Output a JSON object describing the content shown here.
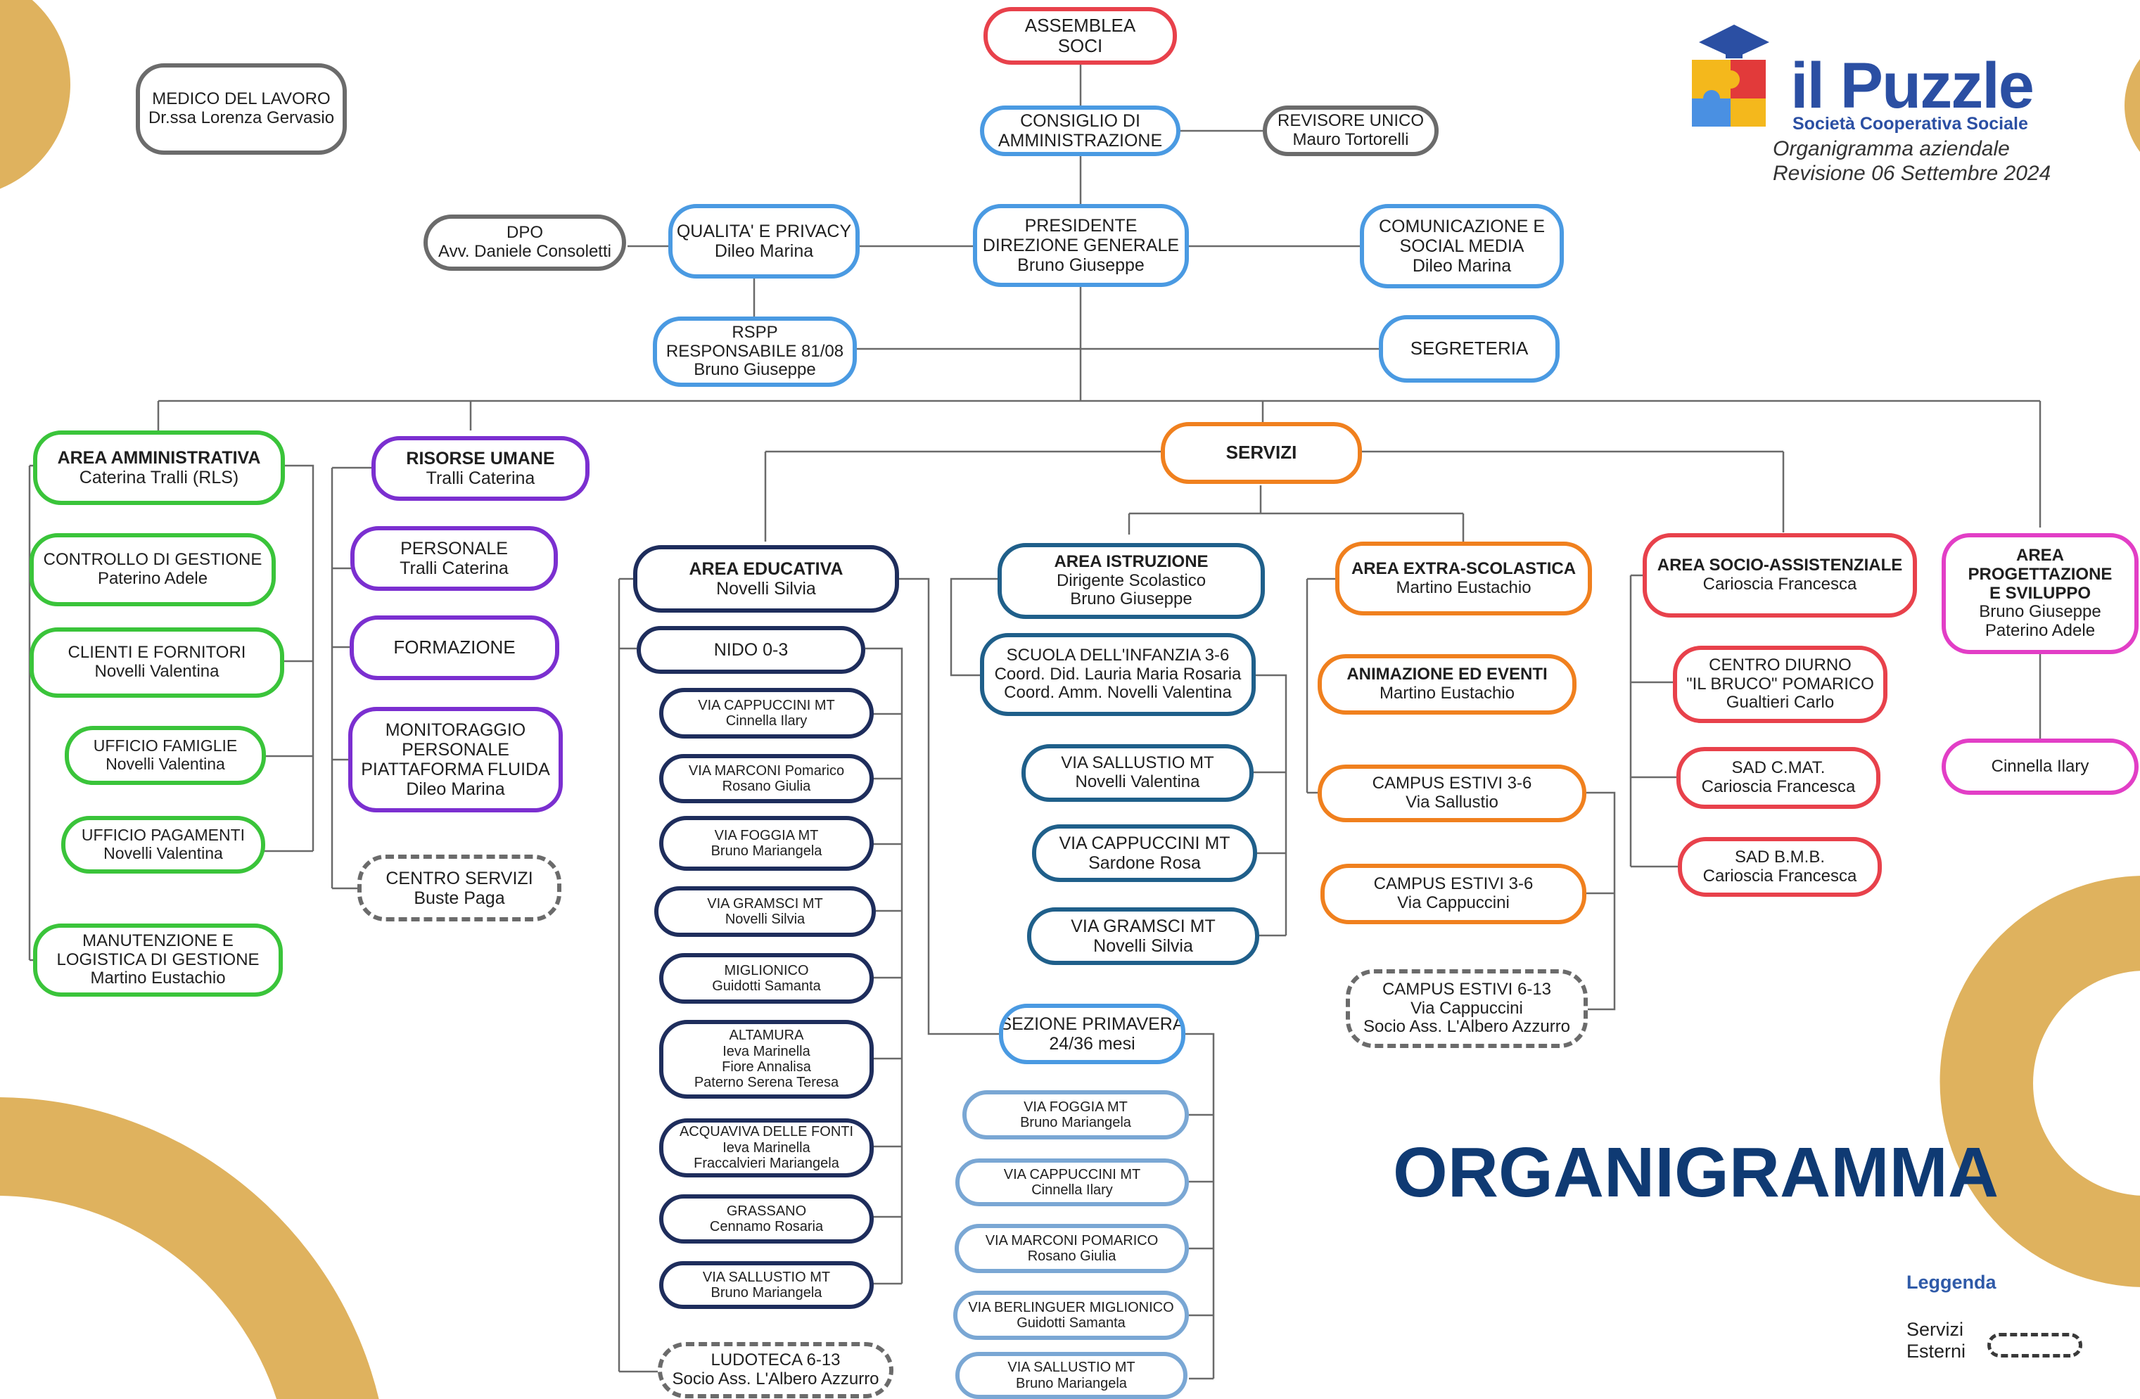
{
  "logo": {
    "name": "il Puzzle",
    "tagline": "Società Cooperativa Sociale",
    "line1": "Organigramma aziendale",
    "line2": "Revisione 06 Settembre 2024"
  },
  "title": "ORGANIGRAMMA",
  "legend": {
    "title": "Leggenda",
    "label_line1": "Servizi",
    "label_line2": "Esterni"
  },
  "colors": {
    "red": "#e8414b",
    "blue": "#4a9ae2",
    "gray": "#6b6b6b",
    "green": "#3ac43a",
    "purple": "#7b2fd0",
    "orange": "#f0801e",
    "navy": "#1e2d5c",
    "teal": "#1f5f8a",
    "lightblue": "#7aa7d4",
    "magenta": "#e23ec6",
    "deco": "#dfb25e",
    "wire": "#6a6a6a"
  },
  "nodes": [
    {
      "id": "assemblea",
      "lines": [
        "ASSEMBLEA",
        "SOCI"
      ],
      "color": "red"
    },
    {
      "id": "consiglio",
      "lines": [
        "CONSIGLIO DI",
        "AMMINISTRAZIONE"
      ],
      "color": "blue"
    },
    {
      "id": "revisore",
      "lines": [
        "REVISORE UNICO",
        "Mauro Tortorelli"
      ],
      "color": "gray"
    },
    {
      "id": "medico",
      "lines": [
        "MEDICO DEL LAVORO",
        "Dr.ssa Lorenza Gervasio"
      ],
      "color": "gray"
    },
    {
      "id": "dpo",
      "lines": [
        "DPO",
        "Avv. Daniele Consoletti"
      ],
      "color": "gray"
    },
    {
      "id": "qualita",
      "lines": [
        "QUALITA' E PRIVACY",
        "Dileo Marina"
      ],
      "color": "blue"
    },
    {
      "id": "presidente",
      "lines": [
        "PRESIDENTE",
        "DIREZIONE GENERALE",
        "Bruno Giuseppe"
      ],
      "color": "blue"
    },
    {
      "id": "comunicazione",
      "lines": [
        "COMUNICAZIONE E",
        "SOCIAL MEDIA",
        "Dileo Marina"
      ],
      "color": "blue"
    },
    {
      "id": "rspp",
      "lines": [
        "RSPP",
        "RESPONSABILE 81/08",
        "Bruno Giuseppe"
      ],
      "color": "blue"
    },
    {
      "id": "segreteria",
      "lines": [
        "SEGRETERIA"
      ],
      "color": "blue"
    },
    {
      "id": "area-amm",
      "lines": [
        "AREA AMMINISTRATIVA",
        "Caterina Tralli (RLS)"
      ],
      "color": "green",
      "bold": true
    },
    {
      "id": "controllo",
      "lines": [
        "CONTROLLO DI GESTIONE",
        "Paterino Adele"
      ],
      "color": "green"
    },
    {
      "id": "clienti",
      "lines": [
        "CLIENTI E FORNITORI",
        "Novelli Valentina"
      ],
      "color": "green"
    },
    {
      "id": "uff-famiglie",
      "lines": [
        "UFFICIO FAMIGLIE",
        "Novelli Valentina"
      ],
      "color": "green"
    },
    {
      "id": "uff-pagamenti",
      "lines": [
        "UFFICIO PAGAMENTI",
        "Novelli Valentina"
      ],
      "color": "green"
    },
    {
      "id": "manutenzione",
      "lines": [
        "MANUTENZIONE E",
        "LOGISTICA DI GESTIONE",
        "Martino Eustachio"
      ],
      "color": "green"
    },
    {
      "id": "risorse",
      "lines": [
        "RISORSE UMANE",
        "Tralli Caterina"
      ],
      "color": "purple",
      "bold": true
    },
    {
      "id": "personale",
      "lines": [
        "PERSONALE",
        "Tralli Caterina"
      ],
      "color": "purple"
    },
    {
      "id": "formazione",
      "lines": [
        "FORMAZIONE"
      ],
      "color": "purple"
    },
    {
      "id": "monitoraggio",
      "lines": [
        "MONITORAGGIO",
        "PERSONALE",
        "PIATTAFORMA FLUIDA",
        "Dileo Marina"
      ],
      "color": "purple"
    },
    {
      "id": "centro-servizi",
      "lines": [
        "CENTRO SERVIZI",
        "Buste Paga"
      ],
      "color": "gray",
      "dashed": true
    },
    {
      "id": "servizi",
      "lines": [
        "SERVIZI"
      ],
      "color": "orange",
      "bold": true
    },
    {
      "id": "area-edu",
      "lines": [
        "AREA EDUCATIVA",
        "Novelli Silvia"
      ],
      "color": "navy",
      "bold": true
    },
    {
      "id": "nido",
      "lines": [
        "NIDO 0-3"
      ],
      "color": "navy"
    },
    {
      "id": "n-cappuccini",
      "lines": [
        "VIA CAPPUCCINI MT",
        "Cinnella Ilary"
      ],
      "color": "navy"
    },
    {
      "id": "n-marconi",
      "lines": [
        "VIA MARCONI Pomarico",
        "Rosano Giulia"
      ],
      "color": "navy"
    },
    {
      "id": "n-foggia",
      "lines": [
        "VIA FOGGIA MT",
        "Bruno Mariangela"
      ],
      "color": "navy"
    },
    {
      "id": "n-gramsci",
      "lines": [
        "VIA GRAMSCI MT",
        "Novelli Silvia"
      ],
      "color": "navy"
    },
    {
      "id": "n-miglionico",
      "lines": [
        "MIGLIONICO",
        "Guidotti Samanta"
      ],
      "color": "navy"
    },
    {
      "id": "n-altamura",
      "lines": [
        "ALTAMURA",
        "Ieva Marinella",
        "Fiore Annalisa",
        "Paterno Serena Teresa"
      ],
      "color": "navy"
    },
    {
      "id": "n-acquaviva",
      "lines": [
        "ACQUAVIVA DELLE FONTI",
        "Ieva Marinella",
        "Fraccalvieri Mariangela"
      ],
      "color": "navy"
    },
    {
      "id": "n-grassano",
      "lines": [
        "GRASSANO",
        "Cennamo Rosaria"
      ],
      "color": "navy"
    },
    {
      "id": "n-sallustio",
      "lines": [
        "VIA SALLUSTIO MT",
        "Bruno Mariangela"
      ],
      "color": "navy"
    },
    {
      "id": "ludoteca",
      "lines": [
        "LUDOTECA 6-13",
        "Socio Ass. L'Albero Azzurro"
      ],
      "color": "gray",
      "dashed": true
    },
    {
      "id": "area-istr",
      "lines": [
        "AREA ISTRUZIONE",
        "Dirigente Scolastico",
        "Bruno Giuseppe"
      ],
      "color": "teal",
      "boldFirst": true
    },
    {
      "id": "scuola-inf",
      "lines": [
        "SCUOLA DELL'INFANZIA 3-6",
        "Coord. Did. Lauria Maria Rosaria",
        "Coord. Amm. Novelli Valentina"
      ],
      "color": "teal"
    },
    {
      "id": "i-sallustio",
      "lines": [
        "VIA SALLUSTIO  MT",
        "Novelli Valentina"
      ],
      "color": "teal"
    },
    {
      "id": "i-cappuccini",
      "lines": [
        "VIA CAPPUCCINI MT",
        "Sardone Rosa"
      ],
      "color": "teal"
    },
    {
      "id": "i-gramsci",
      "lines": [
        "VIA GRAMSCI MT",
        "Novelli Silvia"
      ],
      "color": "teal"
    },
    {
      "id": "sez-primavera",
      "lines": [
        "SEZIONE PRIMAVERA",
        "24/36 mesi"
      ],
      "color": "blue"
    },
    {
      "id": "p-foggia",
      "lines": [
        "VIA FOGGIA MT",
        "Bruno Mariangela"
      ],
      "color": "lightblue"
    },
    {
      "id": "p-cappuccini",
      "lines": [
        "VIA CAPPUCCINI MT",
        "Cinnella Ilary"
      ],
      "color": "lightblue"
    },
    {
      "id": "p-marconi",
      "lines": [
        "VIA MARCONI POMARICO",
        "Rosano Giulia"
      ],
      "color": "lightblue"
    },
    {
      "id": "p-berlinguer",
      "lines": [
        "VIA BERLINGUER MIGLIONICO",
        "Guidotti Samanta"
      ],
      "color": "lightblue"
    },
    {
      "id": "p-sallustio",
      "lines": [
        "VIA SALLUSTIO MT",
        "Bruno Mariangela"
      ],
      "color": "lightblue"
    },
    {
      "id": "area-extra",
      "lines": [
        "AREA EXTRA-SCOLASTICA",
        "Martino Eustachio"
      ],
      "color": "orange",
      "boldFirst": true
    },
    {
      "id": "animazione",
      "lines": [
        "ANIMAZIONE ED EVENTI",
        "Martino Eustachio"
      ],
      "color": "orange",
      "boldFirst": true
    },
    {
      "id": "campus-sallustio",
      "lines": [
        "CAMPUS ESTIVI 3-6",
        "Via Sallustio"
      ],
      "color": "orange"
    },
    {
      "id": "campus-cappuccini",
      "lines": [
        "CAMPUS ESTIVI 3-6",
        "Via Cappuccini"
      ],
      "color": "orange"
    },
    {
      "id": "campus-613",
      "lines": [
        "CAMPUS  ESTIVI 6-13",
        "Via Cappuccini",
        "Socio Ass. L'Albero Azzurro"
      ],
      "color": "gray",
      "dashed": true
    },
    {
      "id": "area-socio",
      "lines": [
        "AREA SOCIO-ASSISTENZIALE",
        "Carioscia Francesca"
      ],
      "color": "red",
      "boldFirst": true
    },
    {
      "id": "centro-diurno",
      "lines": [
        "CENTRO DIURNO",
        "\"IL BRUCO\" POMARICO",
        "Gualtieri Carlo"
      ],
      "color": "red"
    },
    {
      "id": "sad-cmat",
      "lines": [
        "SAD  C.MAT.",
        "Carioscia Francesca"
      ],
      "color": "red"
    },
    {
      "id": "sad-bmb",
      "lines": [
        "SAD  B.M.B.",
        "Carioscia Francesca"
      ],
      "color": "red"
    },
    {
      "id": "area-prog",
      "lines": [
        "AREA",
        "PROGETTAZIONE",
        "E  SVILUPPO",
        "Bruno Giuseppe",
        "Paterino Adele"
      ],
      "color": "magenta",
      "boldCount": 3
    },
    {
      "id": "cinnella",
      "lines": [
        "Cinnella Ilary"
      ],
      "color": "magenta"
    }
  ]
}
